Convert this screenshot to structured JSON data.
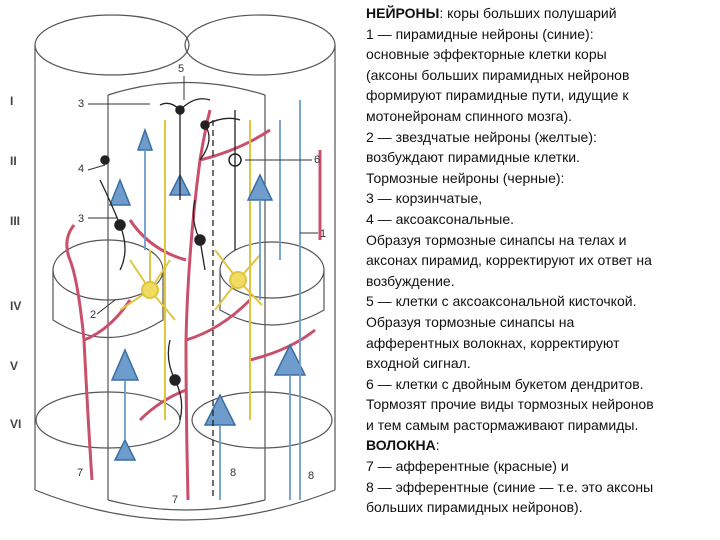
{
  "diagram": {
    "layers": [
      "I",
      "II",
      "III",
      "IV",
      "V",
      "VI"
    ],
    "labels": [
      "1",
      "2",
      "3",
      "4",
      "5",
      "6",
      "7",
      "8"
    ],
    "colors": {
      "pyramidal": "#4a7fb5",
      "stellate": "#e8d24a",
      "inhibitory": "#222222",
      "afferent": "#c9506b",
      "outline": "#555555"
    }
  },
  "text": {
    "heading_bold": "НЕЙРОНЫ",
    "heading_rest": ": коры больших полушарий",
    "lines": [
      "1 — пирамидные нейроны (синие):",
      "основные эффекторные клетки коры",
      "(аксоны больших пирамидных нейронов",
      "формируют пирамидные пути, идущие к",
      "мотонейронам спинного мозга).",
      "2 — звездчатые нейроны (желтые):",
      "возбуждают пирамидные клетки.",
      "Тормозные нейроны (черные):",
      "3 — корзинчатые,",
      "4 — аксоаксональные.",
      "Образуя тормозные синапсы на телах и",
      "аксонах пирамид, корректируют их ответ на",
      "возбуждение.",
      "5 — клетки с аксоаксональной кисточкой.",
      "Образуя тормозные синапсы на",
      "афферентных волокнах, корректируют",
      "входной сигнал.",
      "6 — клетки с двойным букетом дендритов.",
      "Тормозят прочие виды тормозных нейронов",
      "и тем самым растормаживают пирамиды."
    ],
    "fibers_bold": "ВОЛОКНА",
    "fibers_rest": ":",
    "fiber_lines": [
      "7 — афферентные (красные) и",
      "8 — эфферентные (синие — т.е. это аксоны",
      "больших пирамидных нейронов)."
    ]
  }
}
